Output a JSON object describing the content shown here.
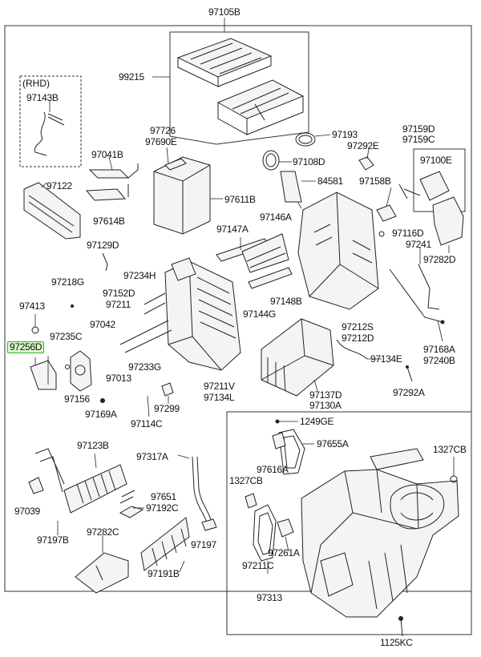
{
  "diagram": {
    "top_label": "97105B",
    "rhd_caption": "(RHD)",
    "highlight_color": "#33b534",
    "labels": [
      {
        "id": "97105B",
        "text": "97105B"
      },
      {
        "id": "99215",
        "text": "99215"
      },
      {
        "id": "97143B",
        "text": "97143B"
      },
      {
        "id": "97726",
        "text": "97726"
      },
      {
        "id": "97690E",
        "text": "97690E"
      },
      {
        "id": "97041B",
        "text": "97041B"
      },
      {
        "id": "97193",
        "text": "97193"
      },
      {
        "id": "97292E",
        "text": "97292E"
      },
      {
        "id": "97159D",
        "text": "97159D"
      },
      {
        "id": "97159C",
        "text": "97159C"
      },
      {
        "id": "97100E",
        "text": "97100E"
      },
      {
        "id": "97108D",
        "text": "97108D"
      },
      {
        "id": "97122",
        "text": "97122"
      },
      {
        "id": "84581",
        "text": "84581"
      },
      {
        "id": "97158B",
        "text": "97158B"
      },
      {
        "id": "97614B",
        "text": "97614B"
      },
      {
        "id": "97611B",
        "text": "97611B"
      },
      {
        "id": "97146A",
        "text": "97146A"
      },
      {
        "id": "97147A",
        "text": "97147A"
      },
      {
        "id": "97116D",
        "text": "97116D"
      },
      {
        "id": "97241",
        "text": "97241"
      },
      {
        "id": "97129D",
        "text": "97129D"
      },
      {
        "id": "97282D",
        "text": "97282D"
      },
      {
        "id": "97234H",
        "text": "97234H"
      },
      {
        "id": "97218G",
        "text": "97218G"
      },
      {
        "id": "97152D",
        "text": "97152D"
      },
      {
        "id": "97211",
        "text": "97211"
      },
      {
        "id": "97148B",
        "text": "97148B"
      },
      {
        "id": "97413",
        "text": "97413"
      },
      {
        "id": "97144G",
        "text": "97144G"
      },
      {
        "id": "97042",
        "text": "97042"
      },
      {
        "id": "97212S",
        "text": "97212S"
      },
      {
        "id": "97212D",
        "text": "97212D"
      },
      {
        "id": "97235C",
        "text": "97235C"
      },
      {
        "id": "97256D",
        "text": "97256D"
      },
      {
        "id": "97168A",
        "text": "97168A"
      },
      {
        "id": "97240B",
        "text": "97240B"
      },
      {
        "id": "97134E",
        "text": "97134E"
      },
      {
        "id": "97233G",
        "text": "97233G"
      },
      {
        "id": "97013",
        "text": "97013"
      },
      {
        "id": "97211V",
        "text": "97211V"
      },
      {
        "id": "97134L",
        "text": "97134L"
      },
      {
        "id": "97292A",
        "text": "97292A"
      },
      {
        "id": "97156",
        "text": "97156"
      },
      {
        "id": "97137D",
        "text": "97137D"
      },
      {
        "id": "97130A",
        "text": "97130A"
      },
      {
        "id": "97299",
        "text": "97299"
      },
      {
        "id": "97169A",
        "text": "97169A"
      },
      {
        "id": "97114C",
        "text": "97114C"
      },
      {
        "id": "1249GE",
        "text": "1249GE"
      },
      {
        "id": "97655A",
        "text": "97655A"
      },
      {
        "id": "97123B",
        "text": "97123B"
      },
      {
        "id": "97317A",
        "text": "97317A"
      },
      {
        "id": "1327CB_r",
        "text": "1327CB"
      },
      {
        "id": "97616A",
        "text": "97616A"
      },
      {
        "id": "1327CB_l",
        "text": "1327CB"
      },
      {
        "id": "97651",
        "text": "97651"
      },
      {
        "id": "97192C",
        "text": "97192C"
      },
      {
        "id": "97039",
        "text": "97039"
      },
      {
        "id": "97282C",
        "text": "97282C"
      },
      {
        "id": "97197B",
        "text": "97197B"
      },
      {
        "id": "97197",
        "text": "97197"
      },
      {
        "id": "97261A",
        "text": "97261A"
      },
      {
        "id": "97211C",
        "text": "97211C"
      },
      {
        "id": "97191B",
        "text": "97191B"
      },
      {
        "id": "97313",
        "text": "97313"
      },
      {
        "id": "1125KC",
        "text": "1125KC"
      }
    ]
  }
}
